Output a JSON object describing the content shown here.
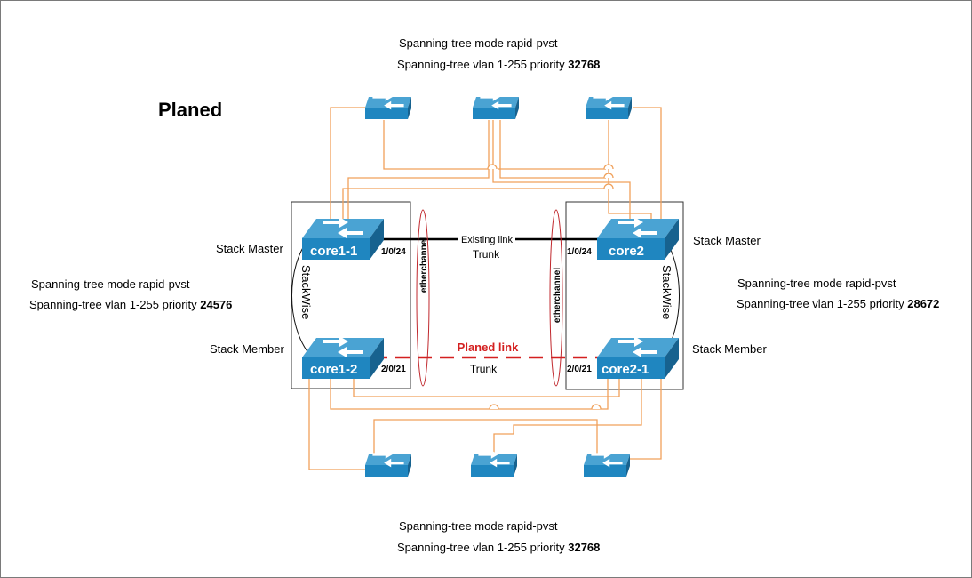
{
  "title": "Planed",
  "top_config": {
    "mode": "Spanning-tree mode rapid-pvst",
    "priority_prefix": "Spanning-tree vlan 1-255 priority ",
    "priority_value": "32768"
  },
  "bottom_config": {
    "mode": "Spanning-tree mode rapid-pvst",
    "priority_prefix": "Spanning-tree vlan 1-255 priority ",
    "priority_value": "32768"
  },
  "left_stack": {
    "master_label": "Stack Master",
    "member_label": "Stack Member",
    "stack_text": "StackWise",
    "mode": "Spanning-tree mode rapid-pvst",
    "priority_prefix": "Spanning-tree vlan 1-255 priority ",
    "priority_value": "24576",
    "master_switch": "core1-1",
    "member_switch": "core1-2",
    "master_port": "1/0/24",
    "member_port": "2/0/21"
  },
  "right_stack": {
    "master_label": "Stack Master",
    "member_label": "Stack Member",
    "stack_text": "StackWise",
    "mode": "Spanning-tree mode rapid-pvst",
    "priority_prefix": "Spanning-tree vlan 1-255 priority ",
    "priority_value": "28672",
    "master_switch": "core2",
    "member_switch": "core2-1",
    "master_port": "1/0/24",
    "member_port": "2/0/21"
  },
  "links": {
    "existing_label": "Existing link",
    "existing_trunk": "Trunk",
    "planed_label": "Planed link",
    "planed_trunk": "Trunk",
    "etherchannel_left": "etherchannel",
    "etherchannel_right": "etherchannel"
  },
  "colors": {
    "switch_top": "#4aa3d3",
    "switch_front": "#1f86c0",
    "switch_side": "#17628f",
    "uplink": "#f0a05a",
    "planed_link": "#d42020",
    "existing_link": "#000000",
    "etherchannel": "#c0282d"
  }
}
